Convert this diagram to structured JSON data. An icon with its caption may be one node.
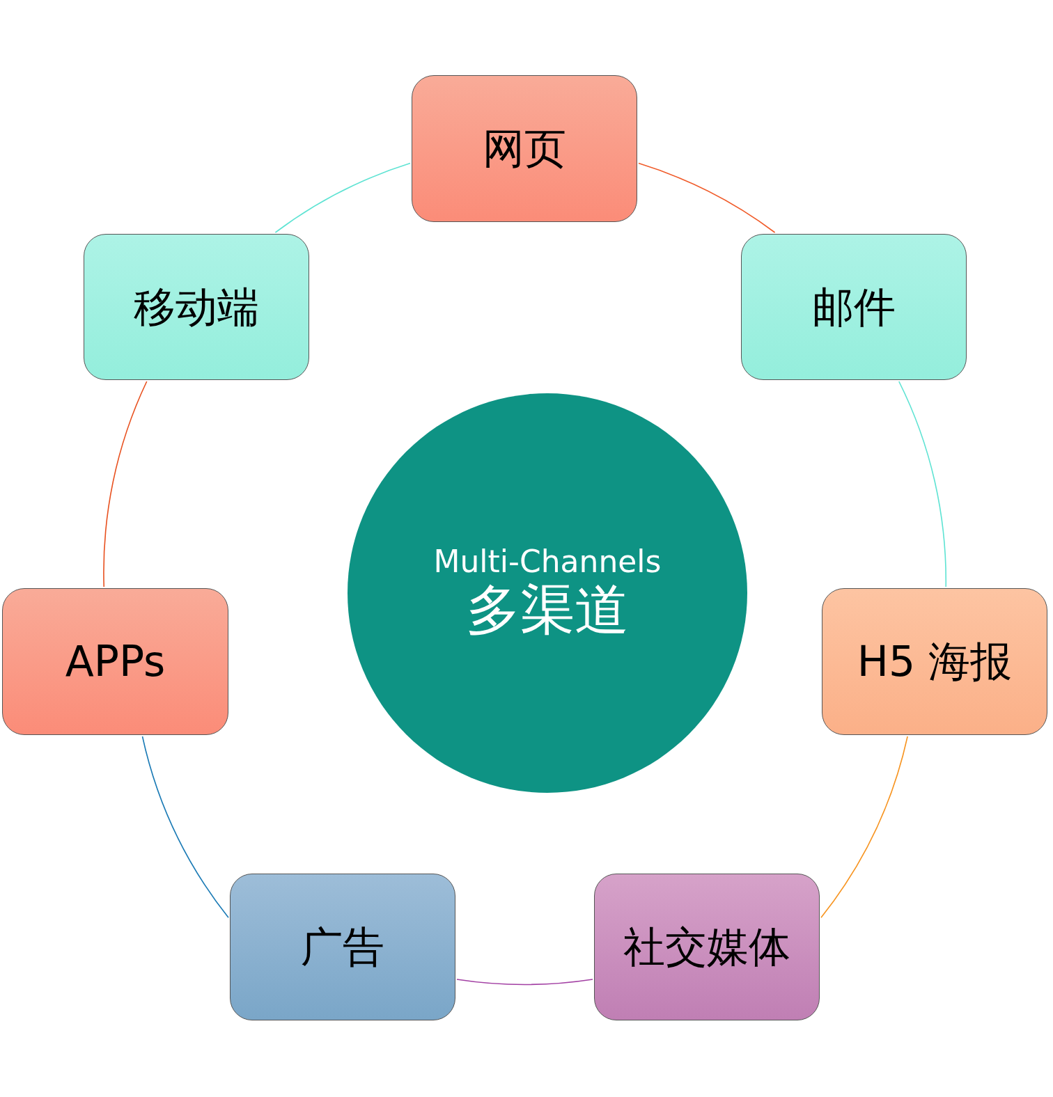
{
  "diagram": {
    "nodes": [
      {
        "text": [
          "网页"
        ]
      },
      {
        "text": [
          "移动端"
        ]
      },
      {
        "text": [
          "邮件"
        ]
      },
      {
        "text": [
          "Multi-Channels",
          "多渠道"
        ]
      },
      {
        "text": [
          "APPs"
        ]
      },
      {
        "text": [
          "H5 海报"
        ]
      },
      {
        "text": [
          "广告"
        ]
      },
      {
        "text": [
          "社交媒体"
        ]
      }
    ],
    "edges": [
      {
        "from": 0,
        "to": 2,
        "arrow": "none",
        "color": "#f05a28"
      },
      {
        "from": 2,
        "to": 5,
        "arrow": "none",
        "color": "#5ee3d3"
      },
      {
        "from": 5,
        "to": 7,
        "arrow": "none",
        "color": "#f7931e"
      },
      {
        "from": 7,
        "to": 6,
        "arrow": "none",
        "color": "#a23fa3"
      },
      {
        "from": 6,
        "to": 4,
        "arrow": "none",
        "color": "#1a7ab5"
      },
      {
        "from": 4,
        "to": 1,
        "arrow": "none",
        "color": "#e8501e"
      },
      {
        "from": 1,
        "to": 0,
        "arrow": "none",
        "color": "#5ee3d3"
      }
    ]
  }
}
